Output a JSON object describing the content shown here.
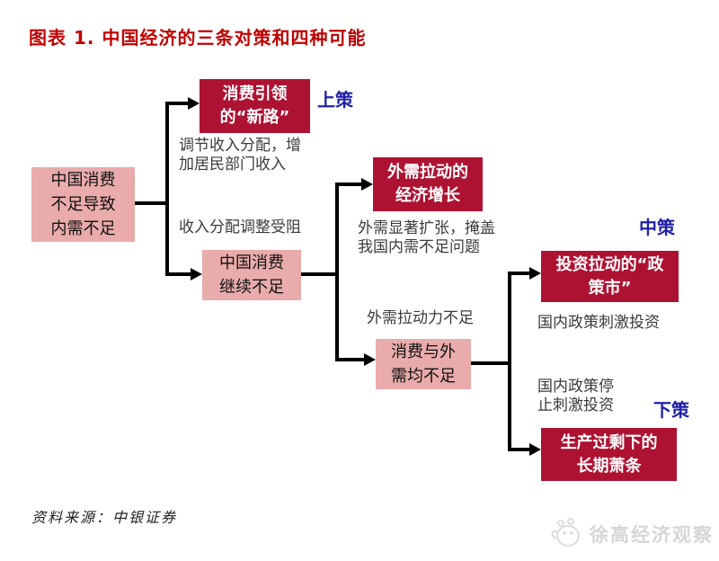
{
  "title": "图表 1. 中国经济的三条对策和四种可能",
  "nodes": {
    "root": "中国消费\n不足导致\n内需不足",
    "new_road": "消费引领\n的“新路”",
    "consume_still_short": "中国消费\n继续不足",
    "external_growth": "外需拉动的\n经济增长",
    "both_short": "消费与外\n需均不足",
    "policy_market": "投资拉动的“政\n策市”",
    "depression": "生产过剩下的\n长期萧条"
  },
  "annotations": {
    "adjust_income": "调节收入分配，增\n加居民部门收入",
    "income_blocked": "收入分配调整受阻",
    "external_expand": "外需显著扩张，掩盖\n我国内需不足问题",
    "external_weak": "外需拉动力不足",
    "policy_stimulus": "国内政策刺激投资",
    "policy_stop": "国内政策停\n止刺激投资"
  },
  "strategy_labels": {
    "best": "上策",
    "middle": "中策",
    "worst": "下策"
  },
  "source": "资料来源：中银证券",
  "watermark": "徐高经济观察",
  "colors": {
    "title_red": "#c00000",
    "dark_box": "#ae1232",
    "pink_box": "#e9abab",
    "strategy_blue": "#2020a8",
    "note_text": "#3b3b3b",
    "connector": "#000000",
    "watermark_gray": "#d6d6d6"
  }
}
